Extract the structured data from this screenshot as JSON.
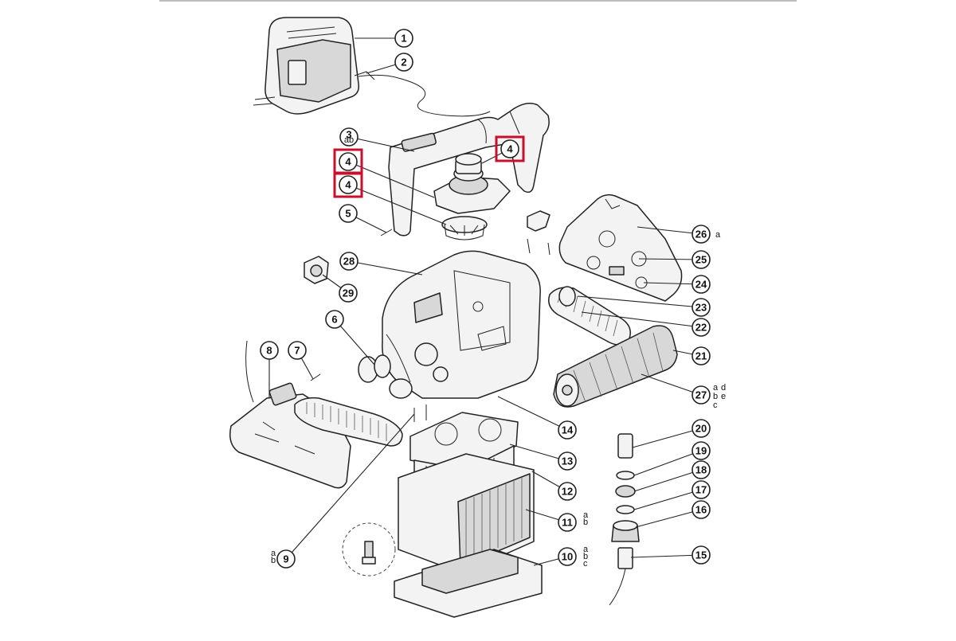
{
  "diagram": {
    "callouts": [
      {
        "number": "1",
        "suffix": ""
      },
      {
        "number": "2",
        "suffix": ""
      },
      {
        "number": "3",
        "suffix": "ab"
      },
      {
        "number": "4",
        "suffix": ""
      },
      {
        "number": "4",
        "suffix": ""
      },
      {
        "number": "4",
        "suffix": ""
      },
      {
        "number": "5",
        "suffix": ""
      },
      {
        "number": "6",
        "suffix": ""
      },
      {
        "number": "7",
        "suffix": ""
      },
      {
        "number": "8",
        "suffix": ""
      },
      {
        "number": "9",
        "suffix": "a b"
      },
      {
        "number": "10",
        "suffix": "a b c"
      },
      {
        "number": "11",
        "suffix": "a b"
      },
      {
        "number": "12",
        "suffix": ""
      },
      {
        "number": "13",
        "suffix": ""
      },
      {
        "number": "14",
        "suffix": ""
      },
      {
        "number": "15",
        "suffix": ""
      },
      {
        "number": "16",
        "suffix": ""
      },
      {
        "number": "17",
        "suffix": ""
      },
      {
        "number": "18",
        "suffix": ""
      },
      {
        "number": "19",
        "suffix": ""
      },
      {
        "number": "20",
        "suffix": ""
      },
      {
        "number": "21",
        "suffix": ""
      },
      {
        "number": "22",
        "suffix": ""
      },
      {
        "number": "23",
        "suffix": ""
      },
      {
        "number": "24",
        "suffix": ""
      },
      {
        "number": "25",
        "suffix": ""
      },
      {
        "number": "26",
        "suffix": "a"
      },
      {
        "number": "27",
        "suffix": "a d b e c"
      },
      {
        "number": "28",
        "suffix": ""
      },
      {
        "number": "29",
        "suffix": ""
      }
    ],
    "highlight_color": "#c8102e"
  }
}
